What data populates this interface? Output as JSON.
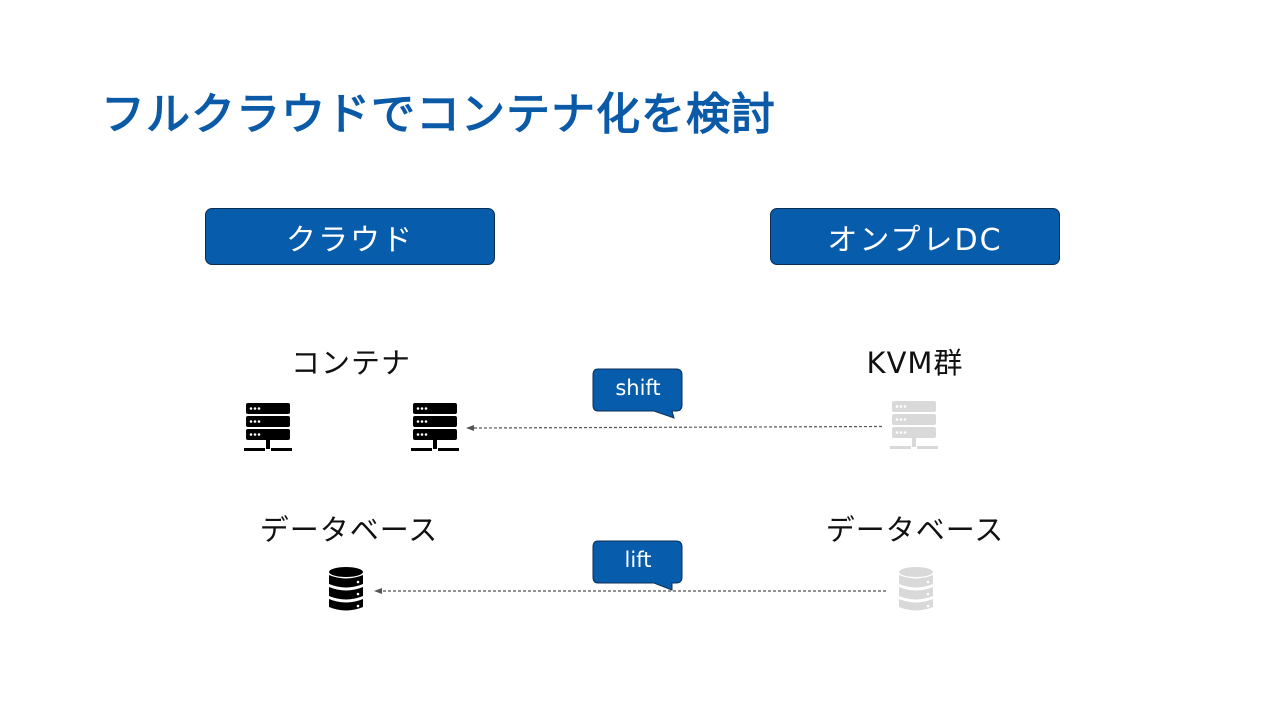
{
  "slide": {
    "title": "フルクラウドでコンテナ化を検討"
  },
  "columns": {
    "cloud": {
      "header": "クラウド"
    },
    "onprem": {
      "header": "オンプレDC"
    }
  },
  "rows": {
    "app": {
      "cloud_label": "コンテナ",
      "onprem_label": "KVM群",
      "migration": "shift"
    },
    "db": {
      "cloud_label": "データベース",
      "onprem_label": "データベース",
      "migration": "lift"
    }
  },
  "icons": {
    "cloud_server_1": "server-icon",
    "cloud_server_2": "server-icon",
    "onprem_server": "server-icon",
    "cloud_database": "database-icon",
    "onprem_database": "database-icon"
  },
  "colors": {
    "title": "#0a5aa8",
    "header_fill": "#075cac",
    "header_border": "#0b2e55",
    "callout_fill": "#075cac",
    "active_icon": "#000000",
    "inactive_icon": "#d9d9d9",
    "arrow": "#555555"
  }
}
